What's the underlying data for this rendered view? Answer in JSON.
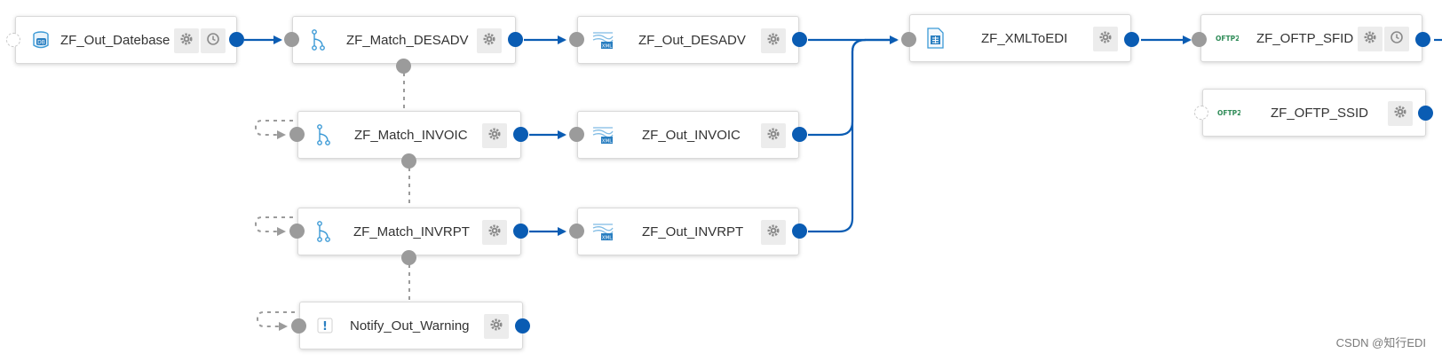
{
  "nodes": [
    {
      "id": "n_out_db",
      "label": "ZF_Out_Datebase",
      "icon": "database-icon",
      "buttons": [
        "gear-icon",
        "clock-icon"
      ]
    },
    {
      "id": "n_match_desadv",
      "label": "ZF_Match_DESADV",
      "icon": "branch-icon",
      "buttons": [
        "gear-icon"
      ]
    },
    {
      "id": "n_out_desadv",
      "label": "ZF_Out_DESADV",
      "icon": "xml-file-icon",
      "buttons": [
        "gear-icon"
      ]
    },
    {
      "id": "n_xml_to_edi",
      "label": "ZF_XMLToEDI",
      "icon": "mapping-document-icon",
      "buttons": [
        "gear-icon"
      ]
    },
    {
      "id": "n_oftp_sfid",
      "label": "ZF_OFTP_SFID",
      "icon": "oftp2-logo-icon",
      "buttons": [
        "gear-icon",
        "clock-icon"
      ]
    },
    {
      "id": "n_oftp_ssid",
      "label": "ZF_OFTP_SSID",
      "icon": "oftp2-logo-icon",
      "buttons": [
        "gear-icon"
      ]
    },
    {
      "id": "n_match_invoic",
      "label": "ZF_Match_INVOIC",
      "icon": "branch-icon",
      "buttons": [
        "gear-icon"
      ]
    },
    {
      "id": "n_out_invoic",
      "label": "ZF_Out_INVOIC",
      "icon": "xml-file-icon",
      "buttons": [
        "gear-icon"
      ]
    },
    {
      "id": "n_match_invrpt",
      "label": "ZF_Match_INVRPT",
      "icon": "branch-icon",
      "buttons": [
        "gear-icon"
      ]
    },
    {
      "id": "n_out_invrpt",
      "label": "ZF_Out_INVRPT",
      "icon": "xml-file-icon",
      "buttons": [
        "gear-icon"
      ]
    },
    {
      "id": "n_notify_warning",
      "label": "Notify_Out_Warning",
      "icon": "warning-icon",
      "buttons": [
        "gear-icon"
      ]
    }
  ],
  "icon_text": {
    "xml": "XML",
    "db": "DB",
    "oftp": "OFTP2",
    "warning": "!"
  },
  "colors": {
    "port_out": "#0a5cb3",
    "port_in": "#9b9b9b",
    "wire": "#0a5cb3",
    "dashed_wire": "#9b9b9b",
    "oftp_green": "#2e8b57",
    "icon_blue": "#3c9ad6"
  },
  "watermark": "CSDN @知行EDI"
}
